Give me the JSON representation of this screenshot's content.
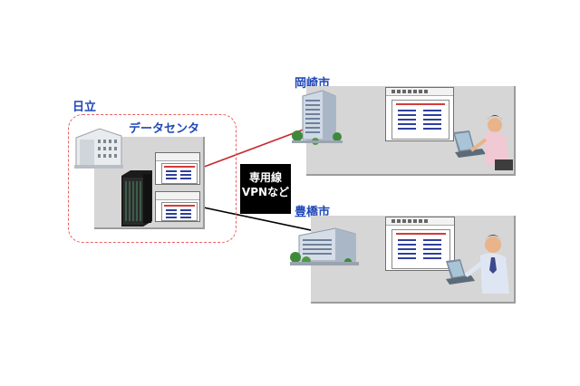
{
  "labels": {
    "hitachi": "日立",
    "datacenter": "データセンタ",
    "okazaki": "岡崎市",
    "toyohashi": "豊橋市"
  },
  "network": {
    "line1": "専用線",
    "line2": "VPNなど"
  },
  "colors": {
    "label_blue": "#1f47b8",
    "link_red": "#c8282d",
    "link_black": "#000000",
    "panel_gray": "#d6d6d6",
    "dash_red": "#e8625f"
  },
  "icons": [
    "office-building-icon",
    "server-rack-icon",
    "computer-window-icon",
    "user-at-laptop-icon",
    "factory-building-icon"
  ]
}
